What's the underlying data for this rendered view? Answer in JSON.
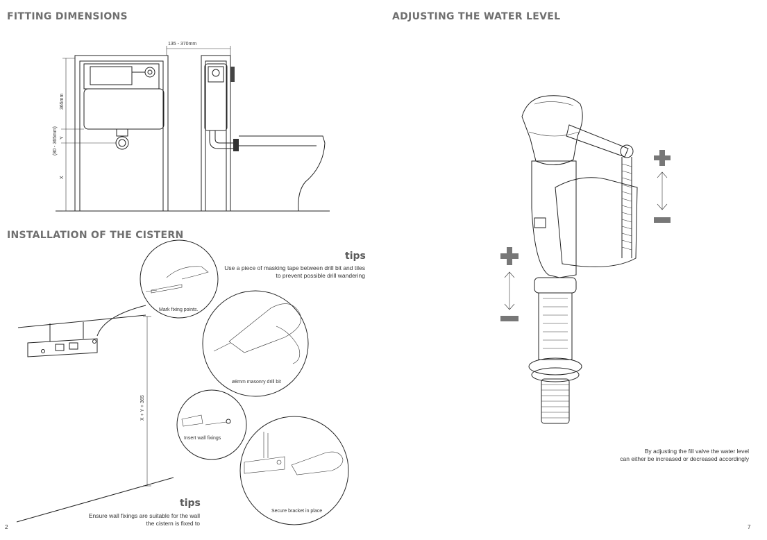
{
  "left_page": {
    "fitting_heading": "FITTING DIMENSIONS",
    "install_heading": "INSTALLATION OF THE CISTERN",
    "dims": {
      "top_width": "135 - 370mm",
      "height_365": "365mm",
      "height_range": "(80 - 365mm)",
      "y_label": "Y",
      "x_label": "X",
      "wall_height": "X + Y + 365"
    },
    "tips_top": {
      "title": "tips",
      "line1": "Use a piece of masking tape between drill bit and tiles",
      "line2": "to prevent possible drill wandering"
    },
    "captions": {
      "mark": "Mark fixing points.",
      "drill": "ø8mm masonry drill bit",
      "fixings": "Insert wall fixings",
      "secure": "Secure bracket in place"
    },
    "tips_bottom": {
      "title": "tips",
      "line1": "Ensure wall fixings are suitable for the wall",
      "line2": "the cistern is fixed to"
    },
    "page_number": "2"
  },
  "right_page": {
    "heading": "ADJUSTING THE WATER LEVEL",
    "plus_symbol": "+",
    "minus_symbol": "−",
    "note_line1": "By adjusting the fill valve the water level",
    "note_line2": "can either be increased or decreased accordingly",
    "page_number": "7"
  }
}
